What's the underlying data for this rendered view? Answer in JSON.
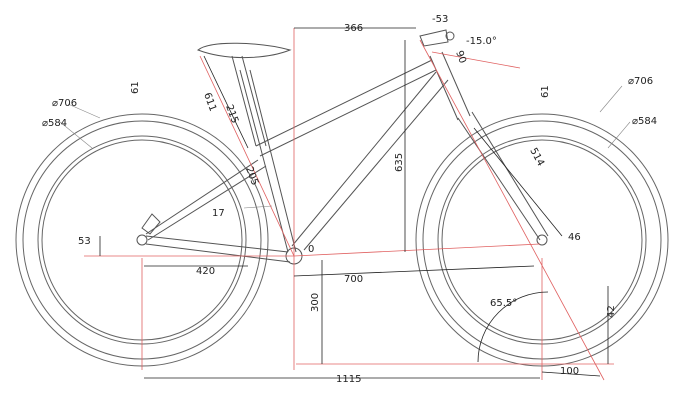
{
  "dimensions": {
    "stem_length": "-53",
    "stem_angle": "-15.0°",
    "stem_spacer": "90",
    "reach": "366",
    "stack": "635",
    "seat_tube": "611",
    "seat_post_insert": "215",
    "seat_tube_offset": "205",
    "seat_tube_low": "17",
    "bb_drop_front": "0",
    "bb_drop": "53",
    "chainstay": "420",
    "front_center": "700",
    "bb_height": "300",
    "wheelbase": "1115",
    "fork_length": "514",
    "fork_offset": "46",
    "head_angle": "65.5°",
    "trail": "100",
    "trail_side": "42",
    "rear_tire_diameter": "⌀706",
    "rear_rim_diameter": "⌀584",
    "rear_tire_width": "61",
    "front_tire_diameter": "⌀706",
    "front_rim_diameter": "⌀584",
    "front_tire_width": "61"
  }
}
